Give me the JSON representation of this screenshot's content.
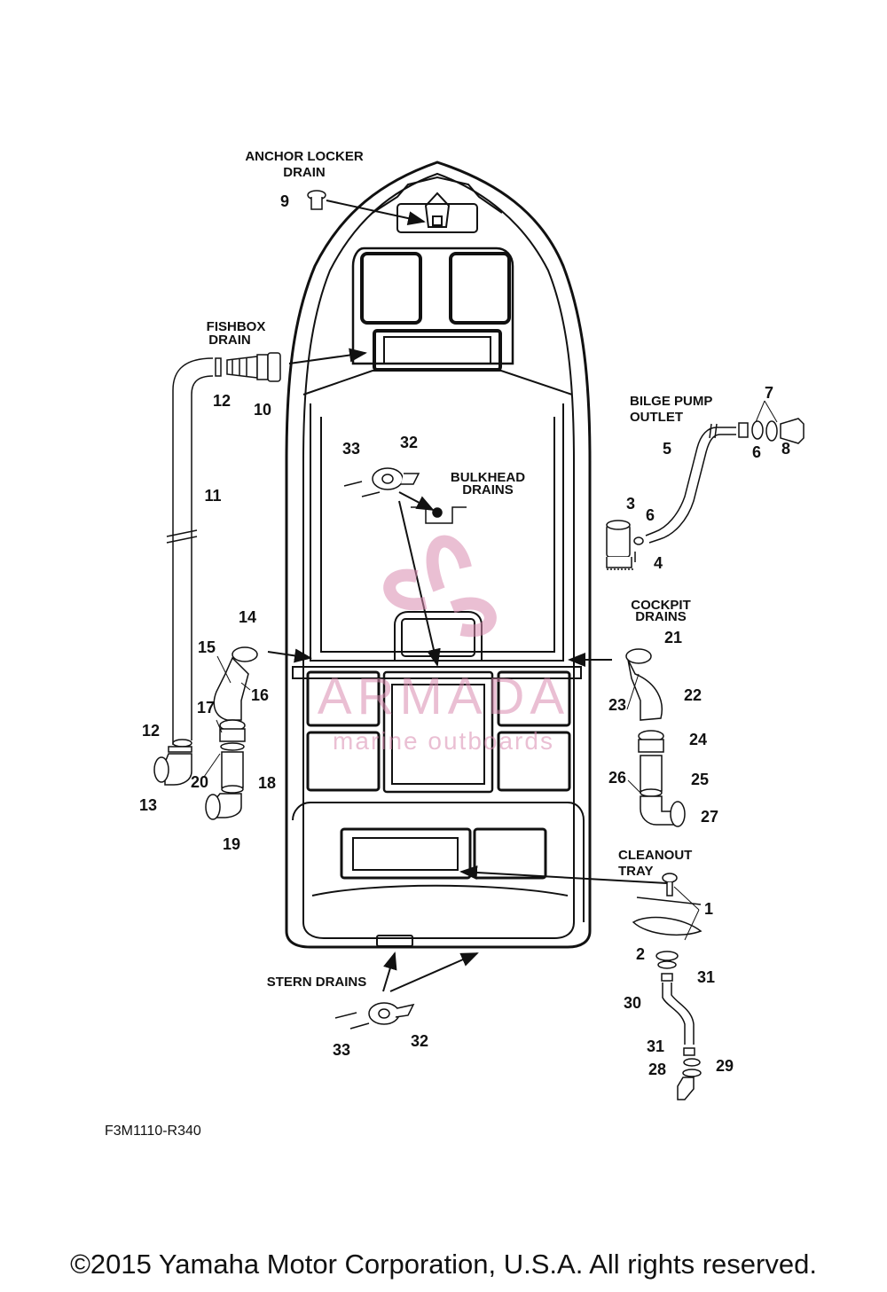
{
  "sections": {
    "anchor_locker": [
      "ANCHOR LOCKER",
      "DRAIN"
    ],
    "fishbox": [
      "FISHBOX",
      "DRAIN"
    ],
    "bilge_pump": [
      "BILGE PUMP",
      "OUTLET"
    ],
    "bulkhead": [
      "BULKHEAD",
      "DRAINS"
    ],
    "cockpit": [
      "COCKPIT",
      "DRAINS"
    ],
    "cleanout": [
      "CLEANOUT",
      "TRAY"
    ],
    "stern": "STERN DRAINS"
  },
  "callouts": [
    "1",
    "2",
    "3",
    "4",
    "5",
    "6",
    "6",
    "7",
    "8",
    "9",
    "10",
    "11",
    "12",
    "12",
    "13",
    "14",
    "15",
    "16",
    "17",
    "18",
    "19",
    "20",
    "21",
    "22",
    "23",
    "24",
    "25",
    "26",
    "27",
    "28",
    "29",
    "30",
    "31",
    "31",
    "32",
    "32",
    "33",
    "33"
  ],
  "watermark": {
    "brand": "ARMADA",
    "tagline": "marine outboards",
    "color": "#d98bb0"
  },
  "figure_code": "F3M1110-R340",
  "copyright": "©2015 Yamaha Motor Corporation, U.S.A. All rights reserved."
}
